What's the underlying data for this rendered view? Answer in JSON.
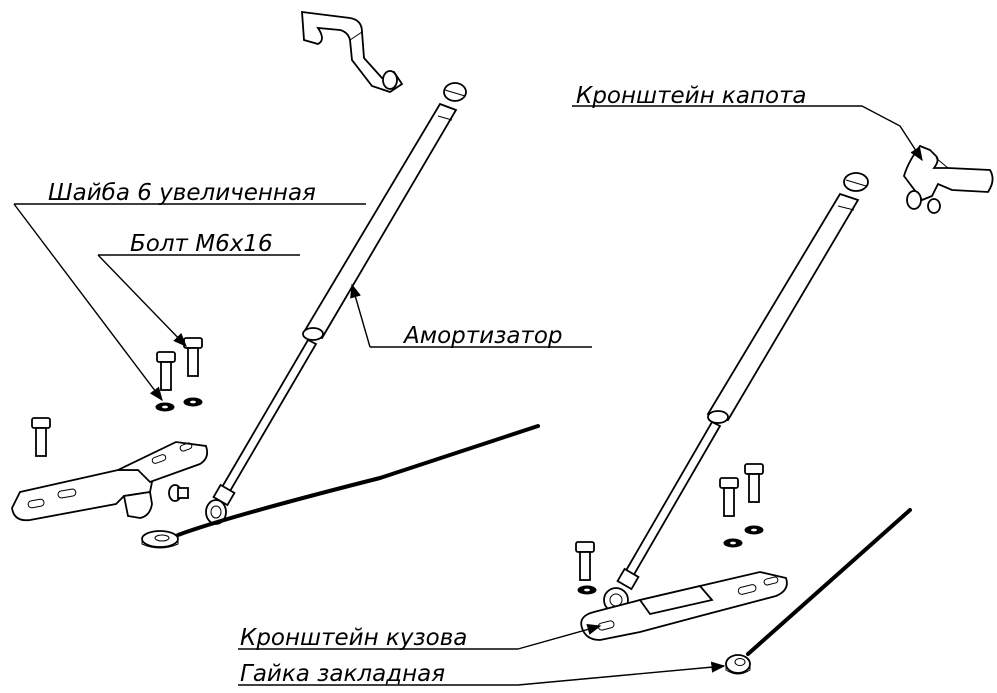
{
  "labels": {
    "hood_bracket": "Кронштейн капота",
    "washer": "Шайба 6 увеличенная",
    "bolt": "Болт М6х16",
    "shock_absorber": "Амортизатор",
    "body_bracket": "Кронштейн кузова",
    "embedded_nut": "Гайка закладная"
  }
}
